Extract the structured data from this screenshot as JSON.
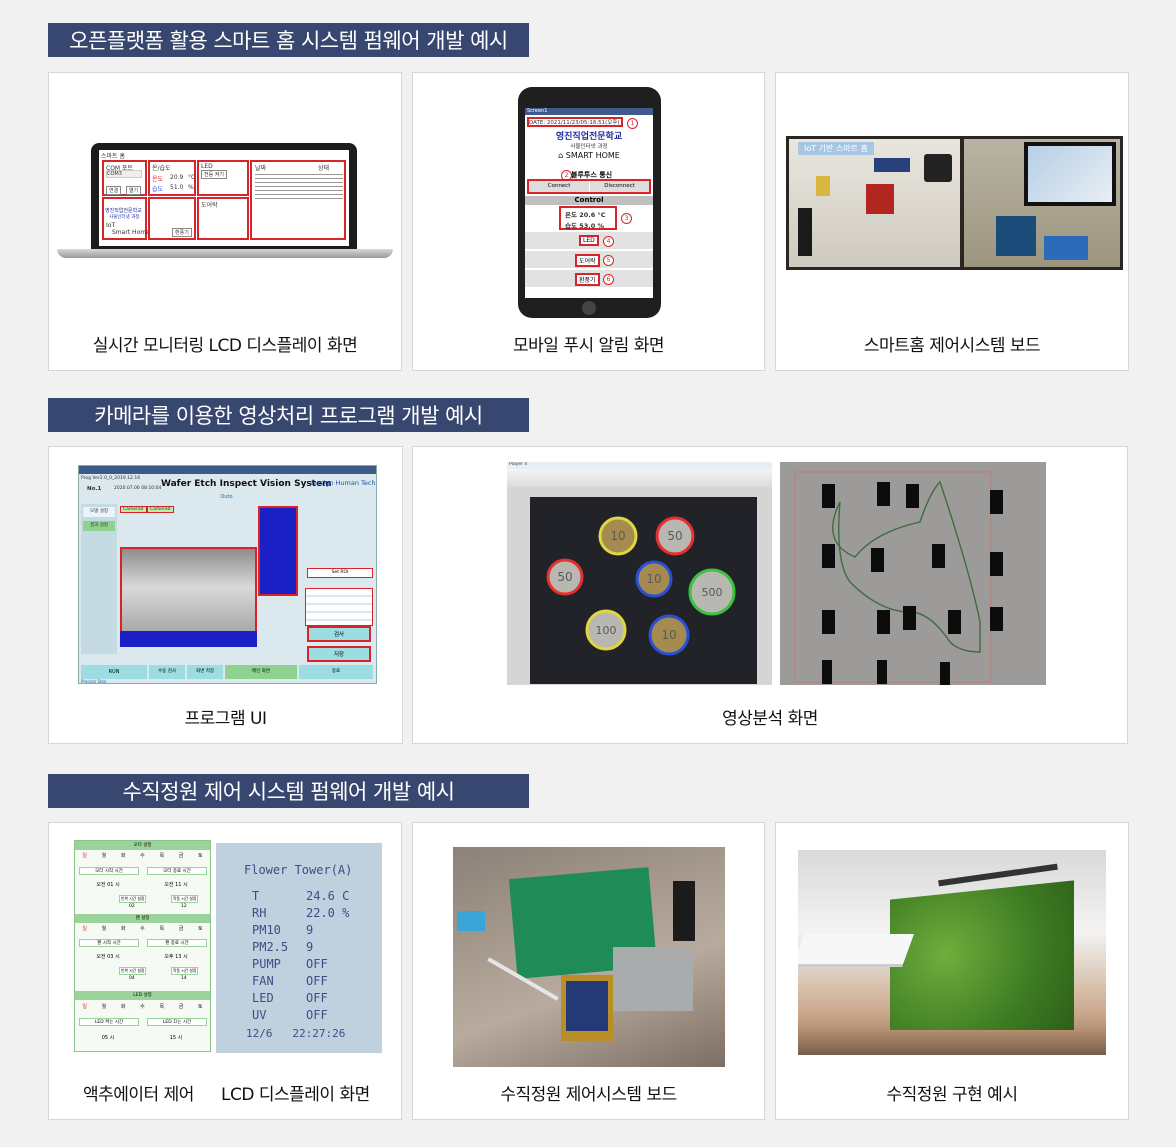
{
  "sections": [
    {
      "title": "오픈플랫폼 활용 스마트 홈 시스템 펌웨어 개발 예시"
    },
    {
      "title": "카메라를 이용한 영상처리 프로그램 개발 예시"
    },
    {
      "title": "수직정원 제어 시스템 펌웨어 개발 예시"
    }
  ],
  "cards": {
    "lcd_monitor": {
      "caption": "실시간 모니터링 LCD 디스플레이 화면"
    },
    "mobile_push": {
      "caption": "모바일 푸시 알림 화면"
    },
    "smart_board": {
      "caption": "스마트홈 제어시스템 보드"
    },
    "program_ui": {
      "caption": "프로그램 UI"
    },
    "image_analysis": {
      "caption": "영상분석 화면"
    },
    "actuator": {
      "caption": "액추에이터 제어"
    },
    "lcd_display": {
      "caption": "LCD 디스플레이 화면"
    },
    "garden_board": {
      "caption": "수직정원 제어시스템 보드"
    },
    "garden_example": {
      "caption": "수직정원 구현 예시"
    }
  },
  "laptop_screen": {
    "title": "스마트 홈",
    "com_label": "COM 포트",
    "com_value": "COM3",
    "connect": "연결",
    "open": "열기",
    "temp_hum": "온/습도",
    "temp_label": "온도",
    "temp_value": "20.9",
    "temp_unit": "°C",
    "hum_label": "습도",
    "hum_value": "51.0",
    "hum_unit": "%",
    "led": "LED",
    "led_btn": "전등 켜기",
    "school": "영진직업전문학교",
    "course": "사물인터넷 과정",
    "iot": "IoT",
    "smart_home": "Smart Home",
    "fan": "환풍기",
    "door": "도어락",
    "log_header": "날짜",
    "log_state": "상태"
  },
  "phone": {
    "app": "Screen1",
    "date": "DATE: 2021/11/23/05:16:51(오후)",
    "school": "영진직업전문학교",
    "course": "사물인터넷 과정",
    "smart_home": "SMART HOME",
    "bt": "블루투스 통신",
    "connect": "Connect",
    "disconnect": "Disconnect",
    "control": "Control",
    "temp": "온도  20.6 °C",
    "hum": "습도  53.0 %",
    "led": "LED",
    "door": "도어락",
    "fan": "환풍기"
  },
  "board_sign": "IoT 기반 스마트 홈",
  "vision": {
    "title": "Wafer Etch Inspect Vision System",
    "brand": "Design Human Tech",
    "no": "No.1",
    "version": "Prog Ver2.0_0_2019.12.16",
    "date": "2020.07.06 08:10:04",
    "mode": "Outo",
    "camera1": "Camera0",
    "camera2": "Camera0",
    "menu_model": "모델 설정",
    "menu_result": "결과 설정",
    "btn_run": "RUN",
    "btn_manual": "수동 검사",
    "btn_save_img": "화면 저장",
    "btn_main": "메인 화면",
    "btn_exit": "종료",
    "btn_inspect": "검사",
    "btn_save": "저장",
    "set_roi": "Set ROI",
    "status": "Process Stop"
  },
  "player": {
    "title": "Player II"
  },
  "coins": [
    {
      "value": "50",
      "ring": "#e53030"
    },
    {
      "value": "10",
      "ring": "#e0d640"
    },
    {
      "value": "50",
      "ring": "#e53030"
    },
    {
      "value": "10",
      "ring": "#2a50d8"
    },
    {
      "value": "500",
      "ring": "#39c33f"
    },
    {
      "value": "100",
      "ring": "#e0d640"
    },
    {
      "value": "10",
      "ring": "#2a50d8"
    }
  ],
  "actuator_panel": {
    "motor_title": "모터 설정",
    "fan_title": "팬 설정",
    "led_title": "LED 설정",
    "days": [
      "일",
      "월",
      "화",
      "수",
      "목",
      "금",
      "토"
    ],
    "motor_start": "모터 시작 시간",
    "motor_end": "모터 종료 시간",
    "motor_start_val": "오전  01 시",
    "motor_end_val": "오전  11 시",
    "interval": "반복 시간 설정",
    "run_time": "작동 시간 설정",
    "motor_interval_val": "02",
    "motor_run_val": "12",
    "fan_start": "팬 시작 시간",
    "fan_end": "팬 종료 시간",
    "fan_start_val": "오전  03 시",
    "fan_end_val": "오후  13 시",
    "fan_interval_val": "04",
    "fan_run_val": "14",
    "led_on": "LED 켜는 시간",
    "led_off": "LED 끄는 시간",
    "led_on_val": "05 시",
    "led_off_val": "15 시"
  },
  "tower_lcd": {
    "title": "Flower Tower(A)",
    "rows": [
      {
        "k": "T",
        "v": "24.6 C"
      },
      {
        "k": "RH",
        "v": "22.0 %"
      },
      {
        "k": "PM10",
        "v": "9"
      },
      {
        "k": "PM2.5",
        "v": "9"
      },
      {
        "k": "PUMP",
        "v": "OFF"
      },
      {
        "k": "FAN",
        "v": "OFF"
      },
      {
        "k": "LED",
        "v": "OFF"
      },
      {
        "k": "UV",
        "v": "OFF"
      }
    ],
    "footer": "12/6   22:27:26"
  }
}
